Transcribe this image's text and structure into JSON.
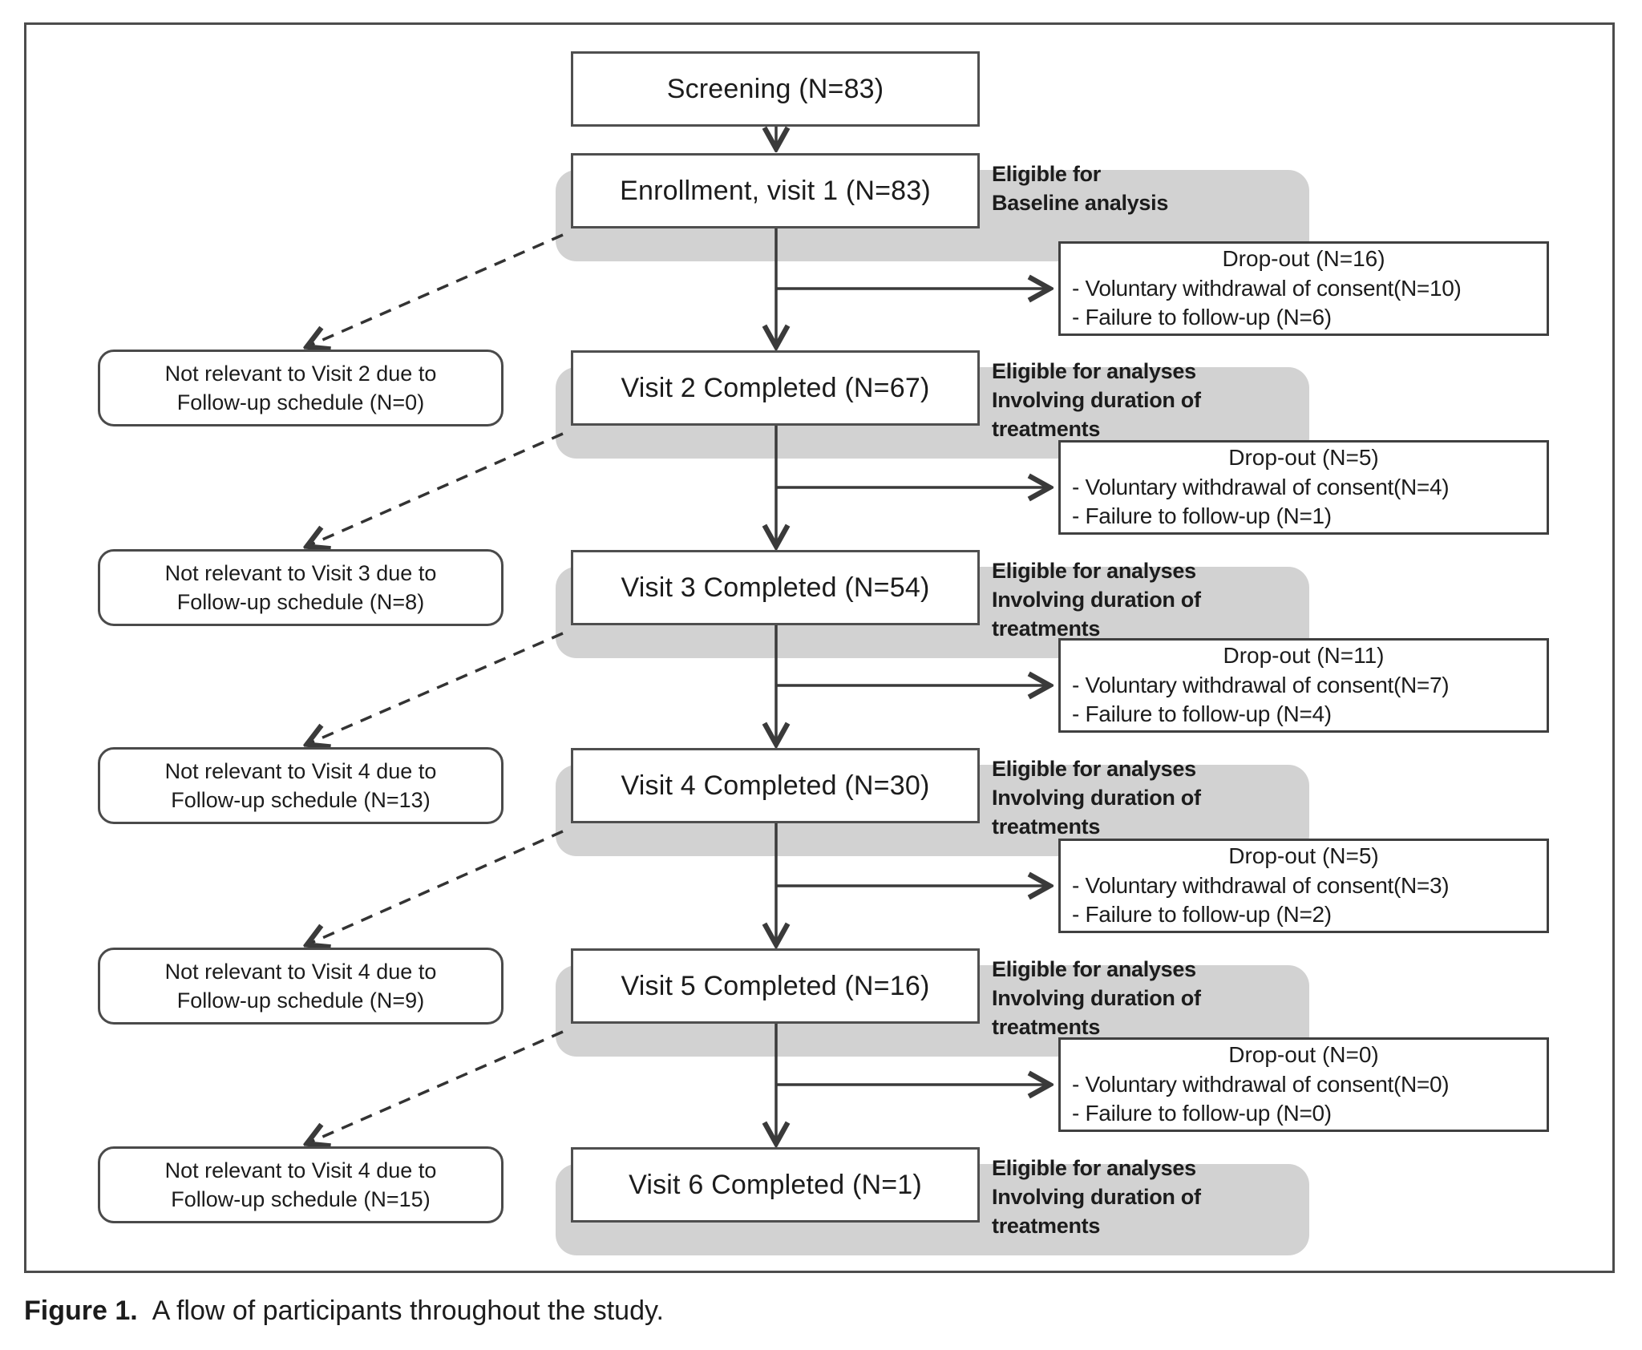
{
  "figure": {
    "label": "Figure 1.",
    "caption": "A flow of participants throughout the study."
  },
  "colors": {
    "box_border": "#4f4f4f",
    "gray_fill": "#d2d2d2",
    "line": "#3a3a3a",
    "text": "#1c1c1c"
  },
  "screening": {
    "label": "Screening (N=83)"
  },
  "stages": [
    {
      "label": "Enrollment, visit 1 (N=83)",
      "side_line1": "Eligible for",
      "side_line2": "Baseline analysis"
    },
    {
      "label": "Visit 2 Completed (N=67)",
      "side_line1": "Eligible for analyses",
      "side_line2": "Involving duration of treatments"
    },
    {
      "label": "Visit 3 Completed (N=54)",
      "side_line1": "Eligible for analyses",
      "side_line2": "Involving duration of treatments"
    },
    {
      "label": "Visit 4 Completed (N=30)",
      "side_line1": "Eligible for analyses",
      "side_line2": "Involving duration of treatments"
    },
    {
      "label": "Visit 5 Completed (N=16)",
      "side_line1": "Eligible for analyses",
      "side_line2": "Involving duration of treatments"
    },
    {
      "label": "Visit 6 Completed (N=1)",
      "side_line1": "Eligible for analyses",
      "side_line2": "Involving duration of treatments"
    }
  ],
  "dropouts": [
    {
      "title": "Drop-out (N=16)",
      "reason1": "- Voluntary withdrawal of consent(N=10)",
      "reason2": "- Failure to follow-up (N=6)"
    },
    {
      "title": "Drop-out (N=5)",
      "reason1": "- Voluntary withdrawal of consent(N=4)",
      "reason2": "- Failure to follow-up (N=1)"
    },
    {
      "title": "Drop-out (N=11)",
      "reason1": "- Voluntary withdrawal of consent(N=7)",
      "reason2": "- Failure to follow-up (N=4)"
    },
    {
      "title": "Drop-out (N=5)",
      "reason1": "- Voluntary withdrawal of consent(N=3)",
      "reason2": "- Failure to follow-up (N=2)"
    },
    {
      "title": "Drop-out (N=0)",
      "reason1": "- Voluntary withdrawal of consent(N=0)",
      "reason2": "- Failure to follow-up (N=0)"
    }
  ],
  "not_relevant": [
    {
      "line1": "Not relevant to Visit 2 due to",
      "line2": "Follow-up schedule (N=0)"
    },
    {
      "line1": "Not relevant to Visit 3 due to",
      "line2": "Follow-up schedule (N=8)"
    },
    {
      "line1": "Not relevant to Visit 4 due to",
      "line2": "Follow-up schedule (N=13)"
    },
    {
      "line1": "Not relevant to Visit 4 due to",
      "line2": "Follow-up schedule (N=9)"
    },
    {
      "line1": "Not relevant to Visit 4 due to",
      "line2": "Follow-up schedule (N=15)"
    }
  ]
}
